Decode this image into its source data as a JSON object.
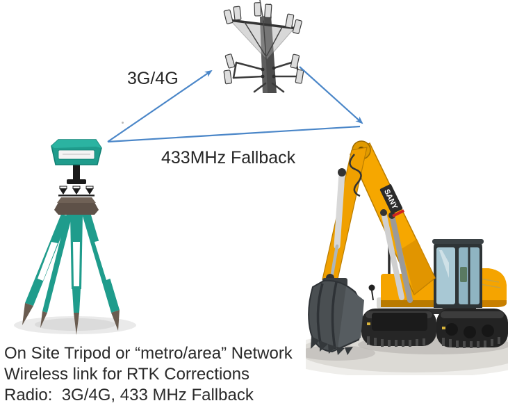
{
  "diagram": {
    "labels": {
      "uplink": "3G/4G",
      "fallback": "433MHz Fallback"
    },
    "caption": [
      "On Site Tripod or “metro/area” Network",
      "Wireless link for RTK Corrections",
      "Radio:  3G/4G, 433 MHz Fallback"
    ],
    "excavator_brand": "SANY",
    "icons": [
      "cell-tower-icon",
      "survey-tripod-icon",
      "excavator-icon",
      "link-arrows"
    ],
    "colors": {
      "arrow_blue": "#4a86c8",
      "text": "#2a2a2a",
      "tripod_teal": "#1f9c8c",
      "excavator_yellow": "#f5a400",
      "bucket_gray": "#4a4f52"
    }
  }
}
